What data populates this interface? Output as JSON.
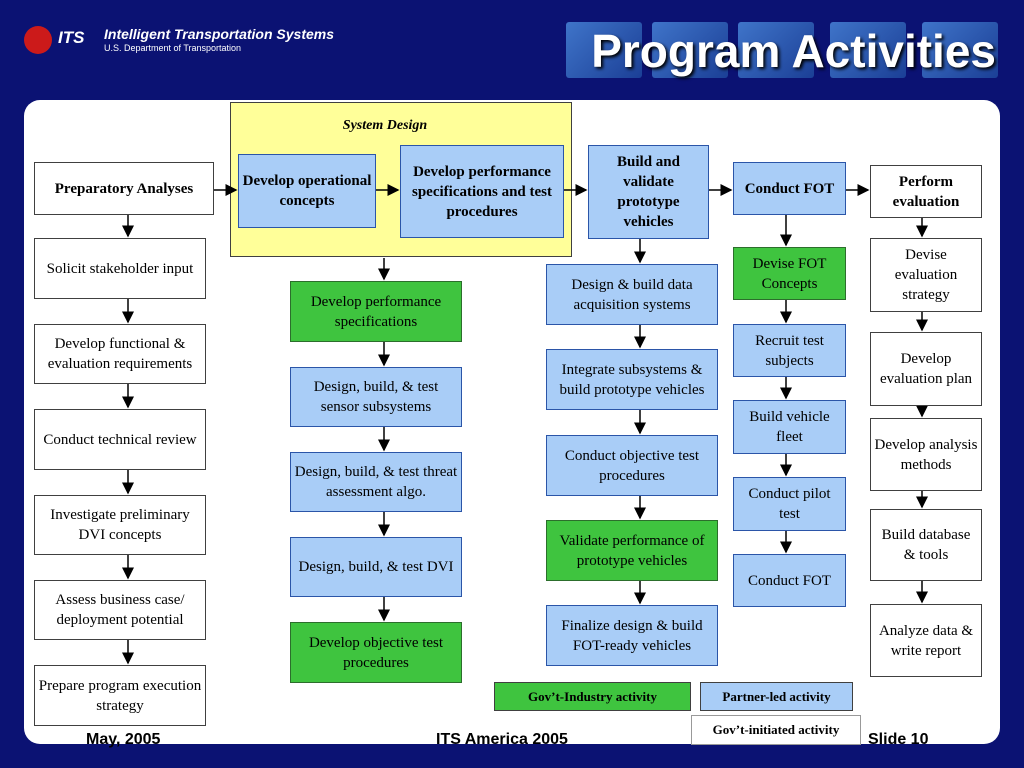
{
  "header": {
    "logo_text": "ITS",
    "org_title": "Intelligent Transportation Systems",
    "org_subtitle": "U.S. Department of Transportation",
    "slide_title": "Program Activities"
  },
  "colors": {
    "background": "#0b1273",
    "gov_industry": "#3fc43f",
    "partner_led": "#a9cdf7",
    "gov_initiated": "#ffffff",
    "system_design": "#ffff99"
  },
  "system_design": {
    "label": "System Design"
  },
  "col1": {
    "header": "Preparatory Analyses",
    "items": [
      "Solicit stakeholder input",
      "Develop functional & evaluation requirements",
      "Conduct technical review",
      "Investigate preliminary DVI concepts",
      "Assess business case/ deployment potential",
      "Prepare program execution strategy"
    ]
  },
  "col2": {
    "header1": "Develop operational concepts",
    "header2": "Develop performance specifications and test procedures",
    "items": [
      "Develop performance specifications",
      "Design, build, & test sensor subsystems",
      "Design, build, & test threat assessment algo.",
      "Design, build, & test DVI",
      "Develop objective test procedures"
    ]
  },
  "col3": {
    "header": "Build and validate prototype vehicles",
    "items": [
      "Design & build data acquisition systems",
      "Integrate subsystems & build prototype vehicles",
      "Conduct objective test procedures",
      "Validate performance of prototype vehicles",
      "Finalize design & build FOT-ready vehicles"
    ]
  },
  "col4": {
    "header": "Conduct FOT",
    "items": [
      "Devise FOT Concepts",
      "Recruit test subjects",
      "Build vehicle fleet",
      "Conduct pilot test",
      "Conduct FOT"
    ]
  },
  "col5": {
    "header": "Perform evaluation",
    "items": [
      "Devise evaluation strategy",
      "Develop evaluation plan",
      "Develop analysis methods",
      "Build database & tools",
      "Analyze data & write report"
    ]
  },
  "legend": {
    "gov_industry": "Gov’t-Industry activity",
    "partner_led": "Partner-led activity",
    "gov_initiated": "Gov’t-initiated activity"
  },
  "footer": {
    "date": "May, 2005",
    "event": "ITS America 2005",
    "slide": "Slide 10"
  }
}
